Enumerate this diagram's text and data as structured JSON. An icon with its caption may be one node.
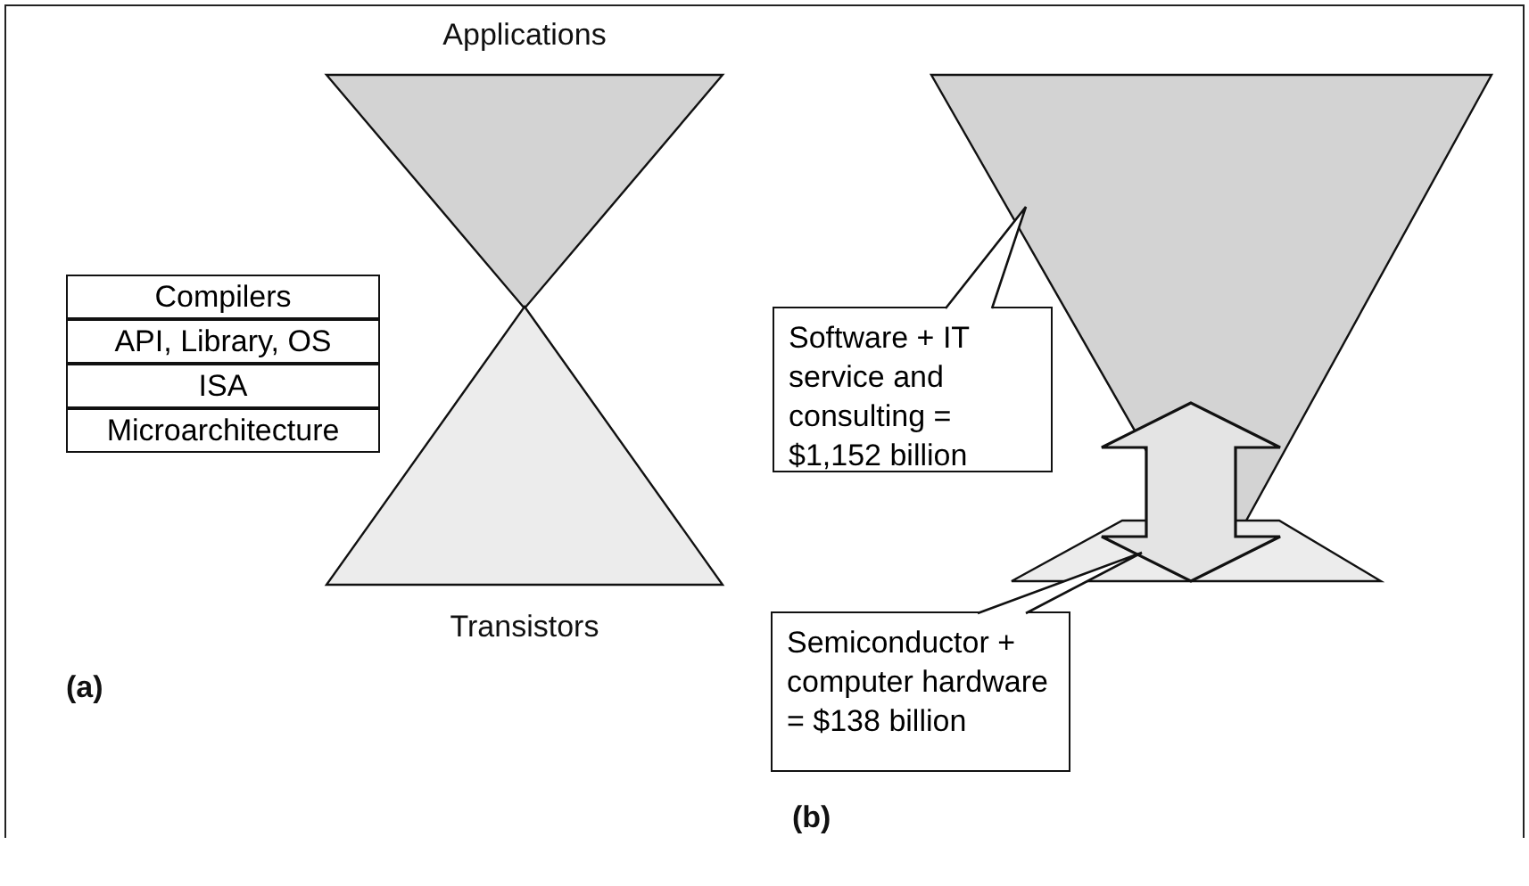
{
  "diagram": {
    "nodes": [
      {
        "text": [
          "Applications"
        ]
      },
      {
        "text": [
          "Transistors"
        ]
      },
      {
        "text": [
          "Compilers"
        ]
      },
      {
        "text": [
          "API, Library, OS"
        ]
      },
      {
        "text": [
          "ISA"
        ]
      },
      {
        "text": [
          "Microarchitecture"
        ]
      },
      {
        "text": [],
        "shape": "triangle"
      },
      {
        "text": [],
        "shape": "trapezoid"
      },
      {
        "text": [
          "Software + IT service and consulting = $1,152 billion"
        ]
      },
      {
        "text": [
          "Semiconductor + computer hardware = $138 billion"
        ]
      }
    ],
    "edges": [
      {
        "from": 6,
        "to": 7,
        "arrow": "both",
        "style": "thick"
      }
    ],
    "labels": [
      "(a)",
      "(b)"
    ]
  }
}
